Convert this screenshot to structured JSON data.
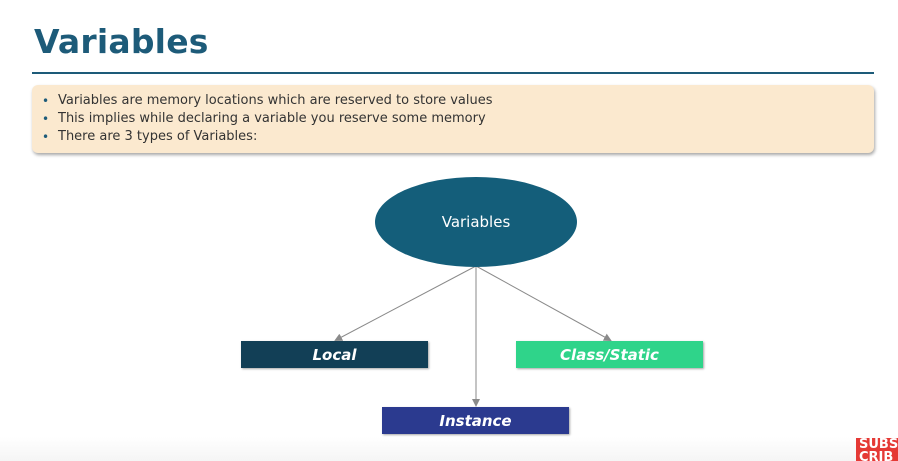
{
  "slide": {
    "title": "Variables",
    "bullets": [
      "Variables are memory locations which are reserved to store values",
      "This implies while declaring a variable you reserve some memory",
      "There are 3 types of Variables:"
    ]
  },
  "diagram": {
    "root": {
      "label": "Variables",
      "color": "#145e7a"
    },
    "children": [
      {
        "key": "local",
        "label": "Local",
        "color": "#123f56"
      },
      {
        "key": "class-static",
        "label": "Class/Static",
        "color": "#2fd48a"
      },
      {
        "key": "instance",
        "label": "Instance",
        "color": "#2b3a8f"
      }
    ],
    "connector_color": "#8a8a8a"
  },
  "overlay": {
    "subscribe_line1": "SUBS",
    "subscribe_line2": "CRIB",
    "subscribe_color": "#e53935"
  },
  "colors": {
    "title": "#1d5b79",
    "bullet_box": "#fbe9cf"
  }
}
